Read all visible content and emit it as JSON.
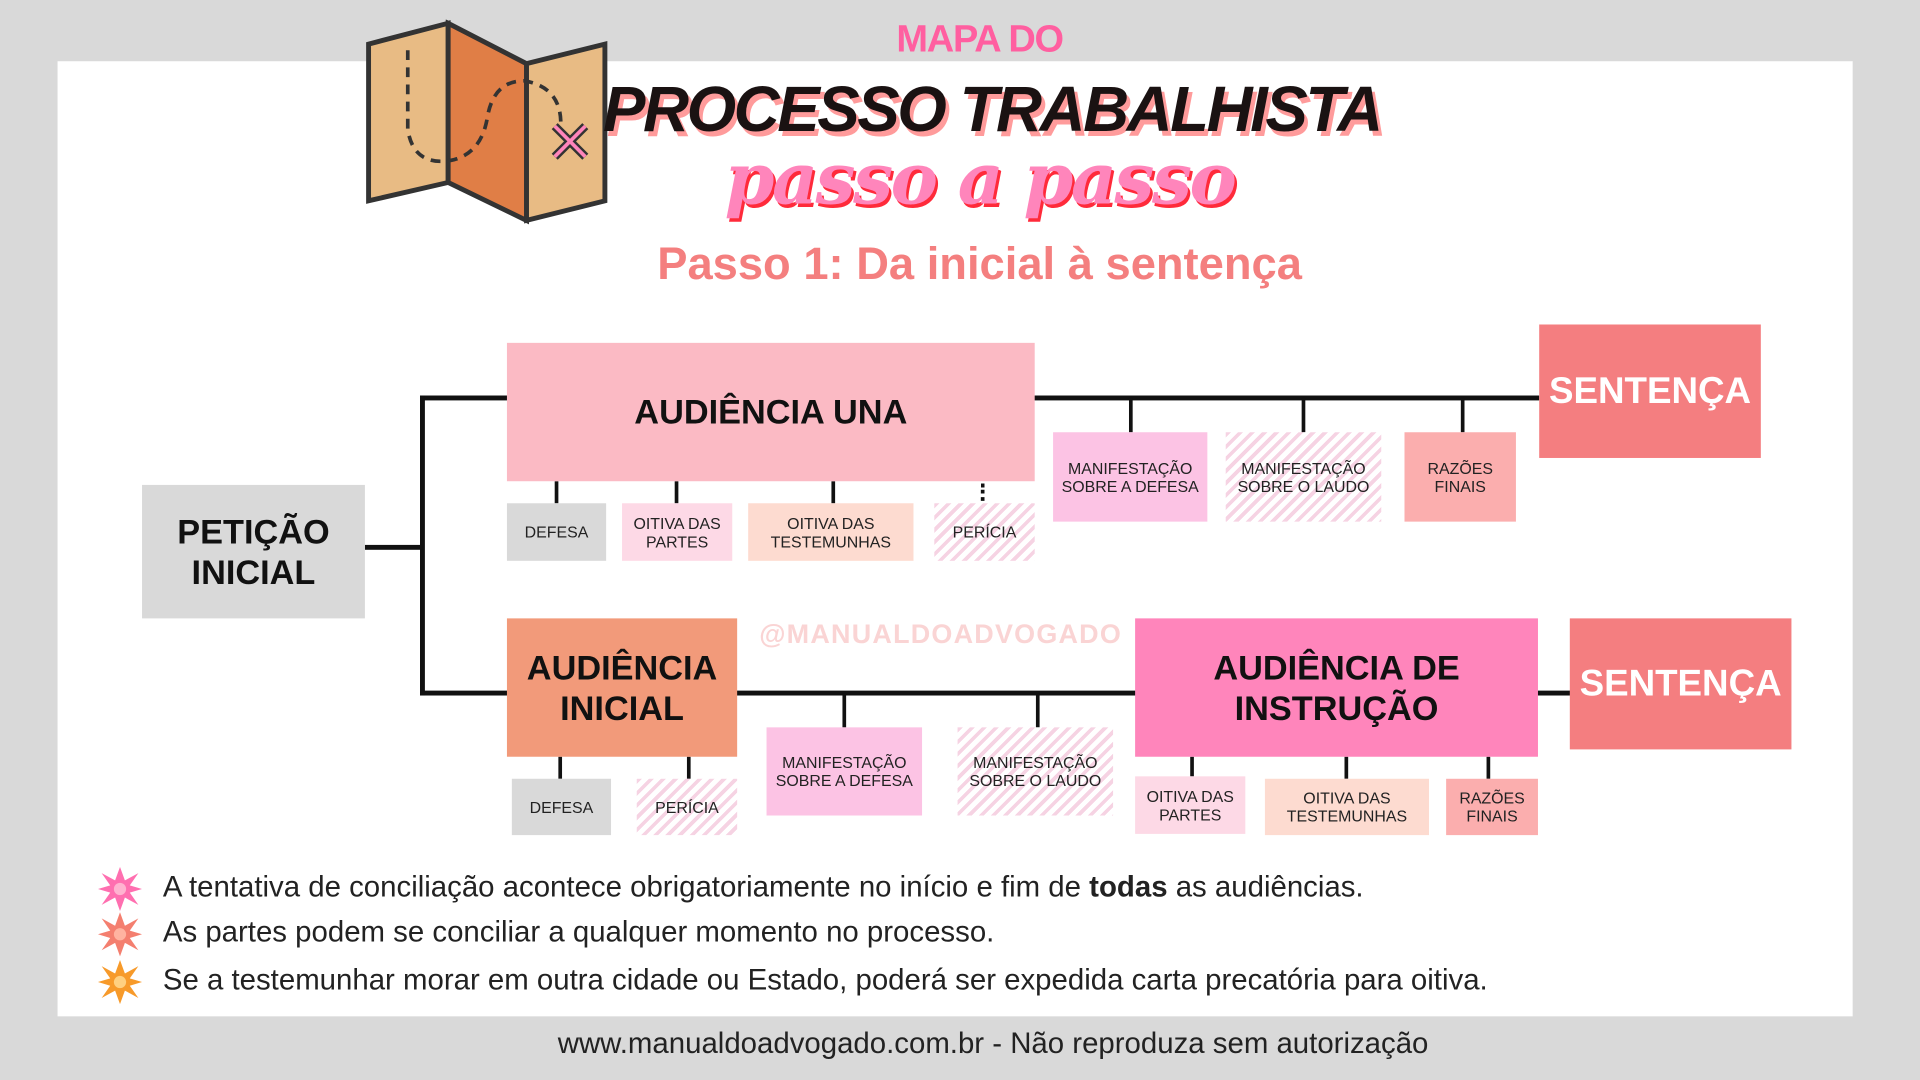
{
  "header": {
    "kicker": "MAPA DO",
    "title": "PROCESSO TRABALHISTA",
    "subtitle": "passo a passo",
    "step": "Passo 1: Da inicial à sentença"
  },
  "watermark": "@MANUALDOADVOGADO",
  "start": {
    "label": "PETIÇÃO INICIAL"
  },
  "row1": {
    "main": "AUDIÊNCIA UNA",
    "subs": [
      "DEFESA",
      "OITIVA DAS PARTES",
      "OITIVA DAS TESTEMUNHAS",
      "PERÍCIA"
    ],
    "steps": [
      "MANIFESTAÇÃO SOBRE A DEFESA",
      "MANIFESTAÇÃO SOBRE O LAUDO",
      "RAZÕES FINAIS"
    ],
    "end": "SENTENÇA"
  },
  "row2": {
    "main": "AUDIÊNCIA INICIAL",
    "subs": [
      "DEFESA",
      "PERÍCIA"
    ],
    "steps": [
      "MANIFESTAÇÃO SOBRE A DEFESA",
      "MANIFESTAÇÃO SOBRE O LAUDO"
    ],
    "main2": "AUDIÊNCIA DE INSTRUÇÃO",
    "subs2": [
      "OITIVA DAS PARTES",
      "OITIVA DAS TESTEMUNHAS",
      "RAZÕES FINAIS"
    ],
    "end": "SENTENÇA"
  },
  "notes": {
    "n1_a": "A tentativa de conciliação acontece obrigatoriamente no início e fim de ",
    "n1_b": "todas",
    "n1_c": " as audiências.",
    "n2": "As partes podem se conciliar a qualquer momento no processo.",
    "n3": "Se a testemunhar morar em outra cidade ou Estado, poderá ser expedida carta precatória para oitiva."
  },
  "footer": "www.manualdoadvogado.com.br - Não reproduza sem autorização",
  "colors": {
    "pink": "#ff5fa0",
    "salmon": "#f47f7f",
    "una": "#fbbac4",
    "inicial": "#f29a7a",
    "instrucao": "#ff85bb"
  }
}
